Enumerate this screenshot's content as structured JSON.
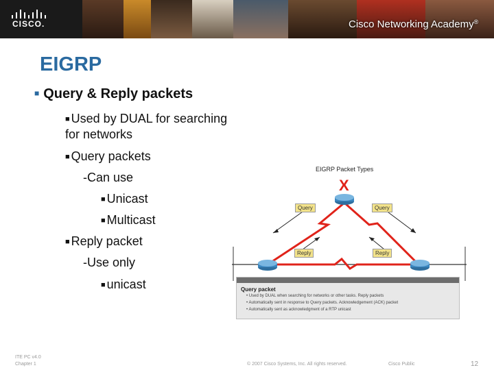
{
  "header": {
    "logo_text": "CISCO.",
    "academy_text": "Cisco Networking Academy",
    "trademark": "®"
  },
  "slide": {
    "title": "EIGRP",
    "bullet": "Query & Reply packets",
    "lines": [
      "Used by DUAL for searching",
      "for networks",
      "Query packets",
      "-Can use",
      "Unicast",
      "Multicast",
      "Reply packet",
      "-Use only",
      "unicast"
    ]
  },
  "diagram": {
    "title": "EIGRP Packet Types",
    "labels": {
      "query": "Query",
      "reply": "Reply"
    },
    "mark": "X",
    "box_title": "Query packet",
    "box_lines": [
      "Used by DUAL when searching for networks or other tasks. Reply packets",
      "Automatically sent in response to Query packets. Acknowledgement (ACK) packet",
      "Automatically sent as acknowledgment of a RTP unicast"
    ]
  },
  "footer": {
    "course": "ITE PC v4.0",
    "chapter": "Chapter 1",
    "copyright": "© 2007 Cisco Systems, Inc. All rights reserved.",
    "classification": "Cisco Public",
    "page": "12"
  },
  "colors": {
    "title_blue": "#2a6aa0",
    "link_red": "#e0231a",
    "banner": "#1a1a1a"
  }
}
